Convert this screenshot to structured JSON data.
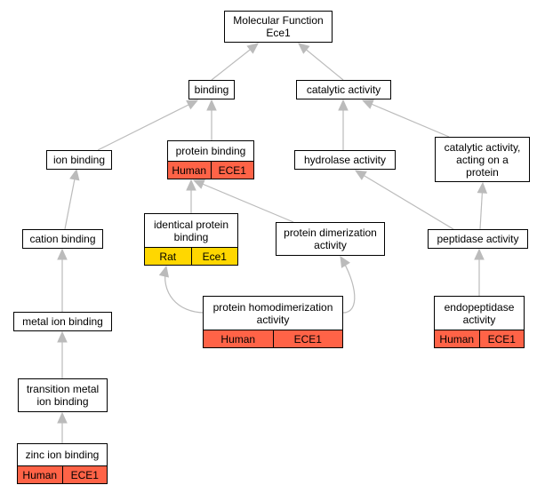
{
  "nodes": {
    "mf": {
      "lines": [
        "Molecular Function",
        "Ece1"
      ]
    },
    "binding": {
      "lines": [
        "binding"
      ]
    },
    "catalytic": {
      "lines": [
        "catalytic activity"
      ]
    },
    "ion": {
      "lines": [
        "ion binding"
      ]
    },
    "protein": {
      "lines": [
        "protein binding"
      ],
      "anno": [
        "Human",
        "ECE1"
      ],
      "species": "human"
    },
    "hydrolase": {
      "lines": [
        "hydrolase activity"
      ]
    },
    "cat_prot": {
      "lines": [
        "catalytic activity,",
        "acting on a",
        "protein"
      ]
    },
    "identical": {
      "lines": [
        "identical protein",
        "binding"
      ],
      "anno": [
        "Rat",
        "Ece1"
      ],
      "species": "rat"
    },
    "dimer": {
      "lines": [
        "protein dimerization",
        "activity"
      ]
    },
    "cation": {
      "lines": [
        "cation binding"
      ]
    },
    "peptidase": {
      "lines": [
        "peptidase activity"
      ]
    },
    "homodimer": {
      "lines": [
        "protein homodimerization",
        "activity"
      ],
      "anno": [
        "Human",
        "ECE1"
      ],
      "species": "human"
    },
    "endopep": {
      "lines": [
        "endopeptidase",
        "activity"
      ],
      "anno": [
        "Human",
        "ECE1"
      ],
      "species": "human"
    },
    "metal": {
      "lines": [
        "metal ion binding"
      ]
    },
    "transition": {
      "lines": [
        "transition metal",
        "ion binding"
      ]
    },
    "zinc": {
      "lines": [
        "zinc ion binding"
      ],
      "anno": [
        "Human",
        "ECE1"
      ],
      "species": "human"
    }
  },
  "edges": [
    [
      "binding",
      "mf"
    ],
    [
      "catalytic",
      "mf"
    ],
    [
      "ion",
      "binding"
    ],
    [
      "protein",
      "binding"
    ],
    [
      "hydrolase",
      "catalytic"
    ],
    [
      "cat_prot",
      "catalytic"
    ],
    [
      "cation",
      "ion"
    ],
    [
      "identical",
      "protein"
    ],
    [
      "dimer",
      "protein"
    ],
    [
      "peptidase",
      "hydrolase"
    ],
    [
      "peptidase",
      "cat_prot"
    ],
    [
      "metal",
      "cation"
    ],
    [
      "homodimer",
      "identical"
    ],
    [
      "homodimer",
      "dimer"
    ],
    [
      "endopep",
      "peptidase"
    ],
    [
      "transition",
      "metal"
    ],
    [
      "zinc",
      "transition"
    ]
  ],
  "colors": {
    "human": "#ff6347",
    "rat": "#ffd700",
    "edge": "#bbbbbb"
  }
}
